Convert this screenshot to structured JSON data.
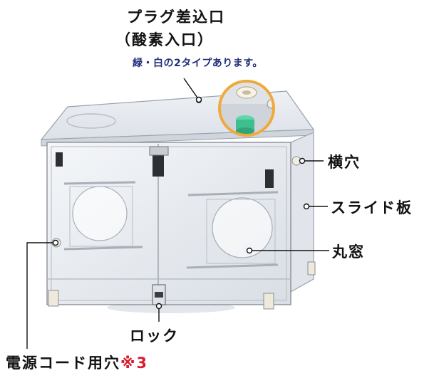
{
  "labels": {
    "plug": "プラグ差込口",
    "oxygen": "（酸素入口）",
    "plug_note": "緑・白の2タイプあります。",
    "side_hole": "横穴",
    "slide_plate": "スライド板",
    "round_window": "丸窓",
    "lock": "ロック",
    "power_hole": "電源コード用穴",
    "power_note": "※3"
  },
  "colors": {
    "text": "#111111",
    "note": "#1f2f7a",
    "accent_red": "#d81e2e",
    "zoom_ring": "#f0a93b",
    "green_plug": "#3dbf8f",
    "acrylic_edge": "#8a9099"
  }
}
